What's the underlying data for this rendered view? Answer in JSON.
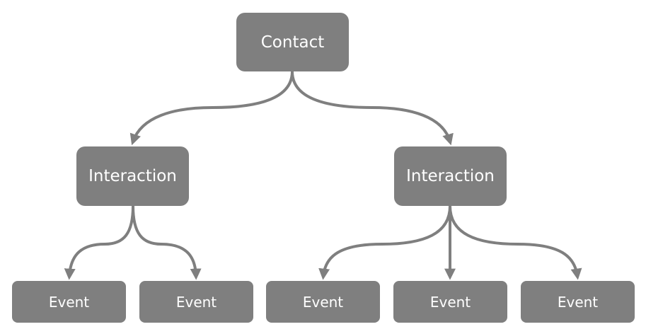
{
  "diagram": {
    "root": {
      "label": "Contact"
    },
    "interactions": [
      {
        "label": "Interaction",
        "events": [
          {
            "label": "Event"
          },
          {
            "label": "Event"
          }
        ]
      },
      {
        "label": "Interaction",
        "events": [
          {
            "label": "Event"
          },
          {
            "label": "Event"
          },
          {
            "label": "Event"
          }
        ]
      }
    ]
  },
  "colors": {
    "node_fill": "#7f7f7f",
    "node_text": "#ffffff",
    "connector": "#7f7f7f",
    "background": "#ffffff"
  }
}
